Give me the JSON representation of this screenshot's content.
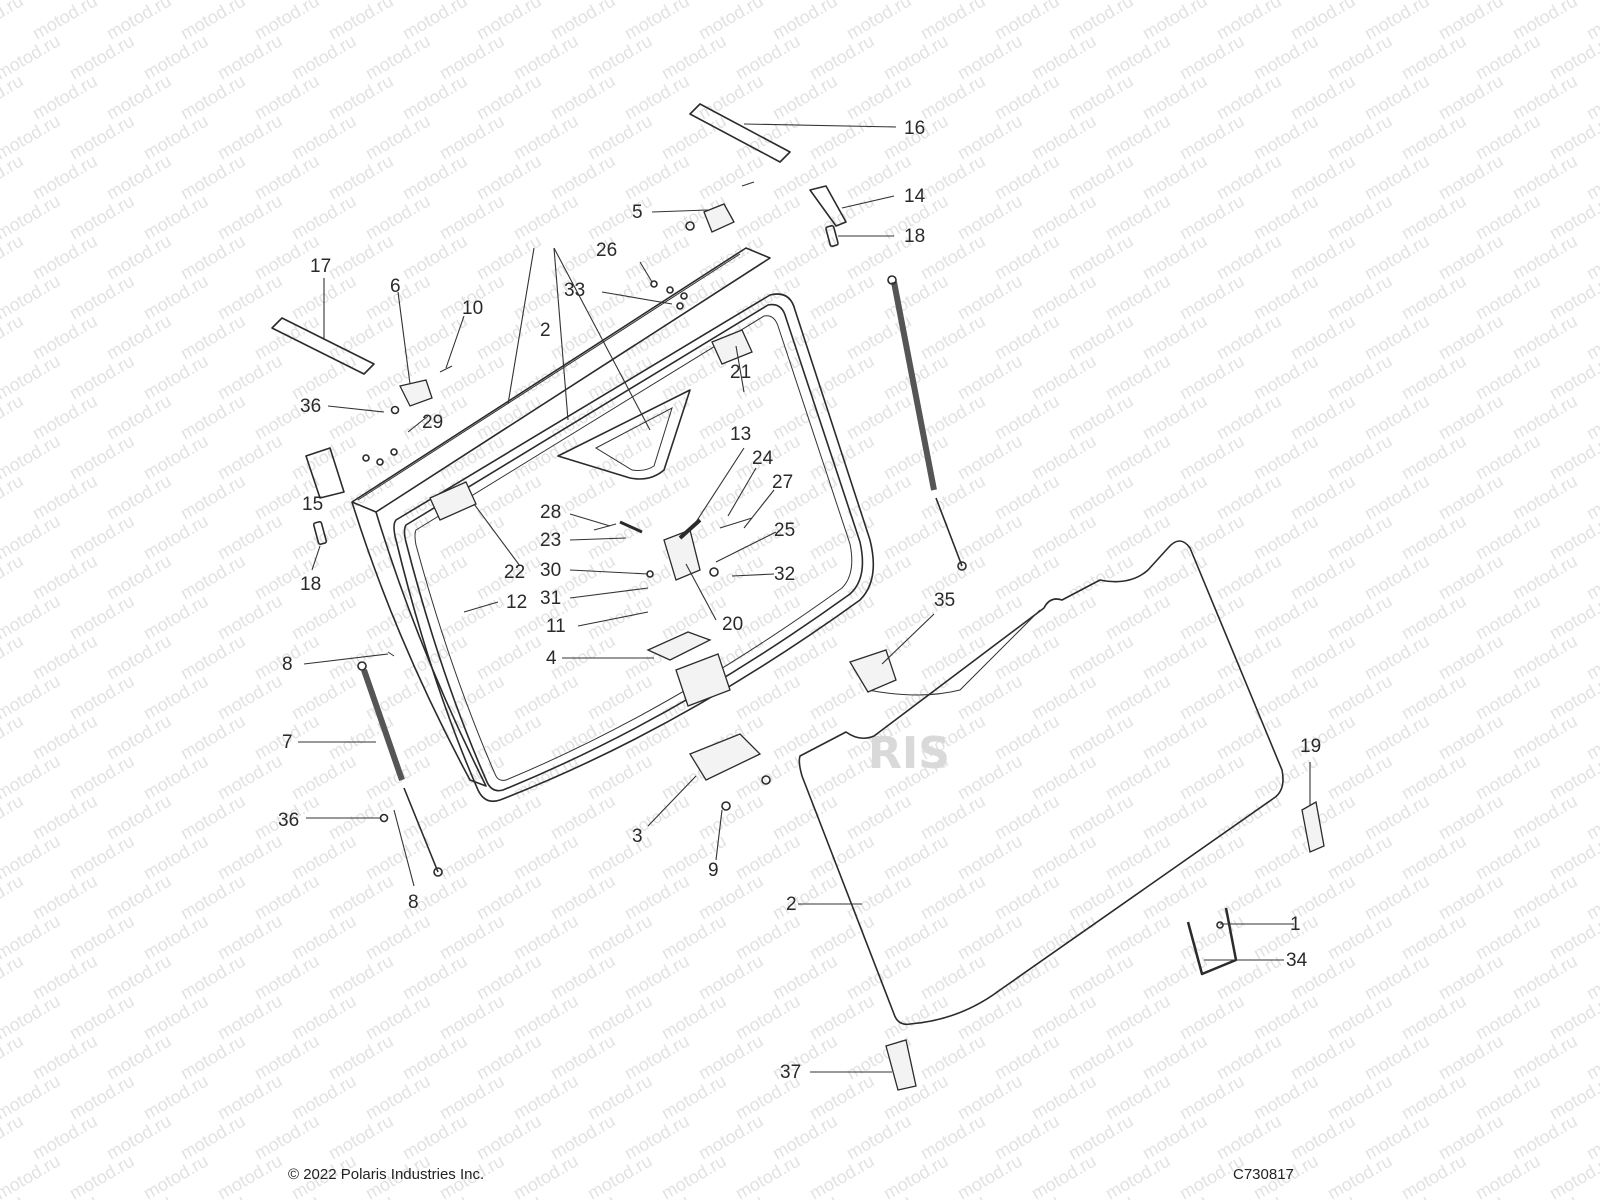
{
  "watermark": "motod.ru",
  "brand_watermark": "RIS",
  "footer": {
    "copyright": "© 2022 Polaris Industries Inc.",
    "drawing_id": "C730817"
  },
  "callouts": [
    "1",
    "2",
    "3",
    "4",
    "5",
    "6",
    "7",
    "8",
    "9",
    "10",
    "11",
    "12",
    "13",
    "14",
    "15",
    "16",
    "17",
    "18",
    "19",
    "20",
    "21",
    "22",
    "23",
    "24",
    "25",
    "26",
    "27",
    "28",
    "29",
    "30",
    "31",
    "32",
    "33",
    "34",
    "35",
    "36",
    "37"
  ]
}
